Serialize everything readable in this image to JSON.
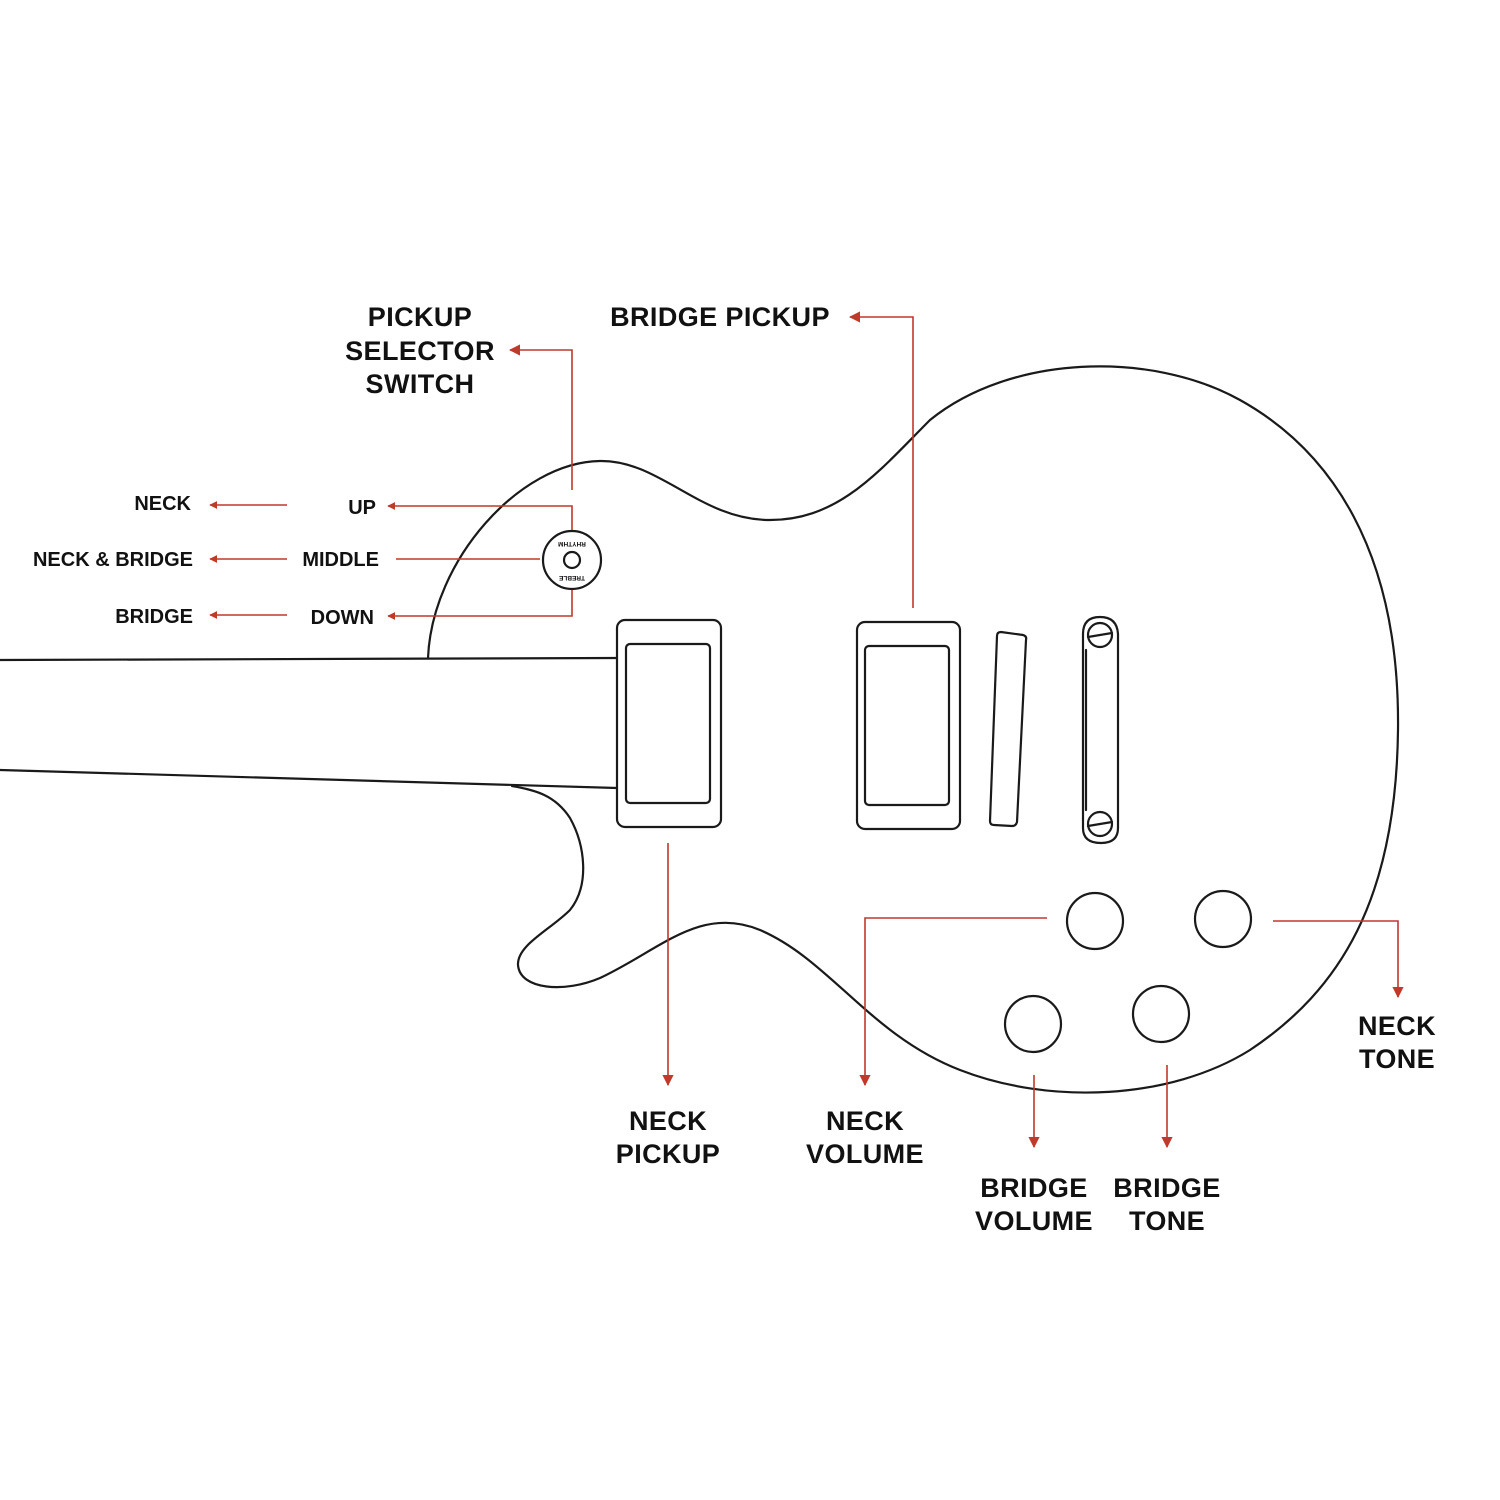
{
  "labels": {
    "pickup_selector": [
      "PICKUP",
      "SELECTOR",
      "SWITCH"
    ],
    "bridge_pickup": "BRIDGE PICKUP",
    "neck_pickup": [
      "NECK",
      "PICKUP"
    ],
    "neck_volume": [
      "NECK",
      "VOLUME"
    ],
    "bridge_volume": [
      "BRIDGE",
      "VOLUME"
    ],
    "bridge_tone": [
      "BRIDGE",
      "TONE"
    ],
    "neck_tone": [
      "NECK",
      "TONE"
    ]
  },
  "switch_positions": [
    {
      "position": "UP",
      "result": "NECK"
    },
    {
      "position": "MIDDLE",
      "result": "NECK & BRIDGE"
    },
    {
      "position": "DOWN",
      "result": "BRIDGE"
    }
  ],
  "switch_ring": {
    "top": "RHYTHM",
    "bottom": "TREBLE"
  },
  "colors": {
    "leader": "#c0392b",
    "outline": "#1a1a1a",
    "text": "#111111"
  }
}
